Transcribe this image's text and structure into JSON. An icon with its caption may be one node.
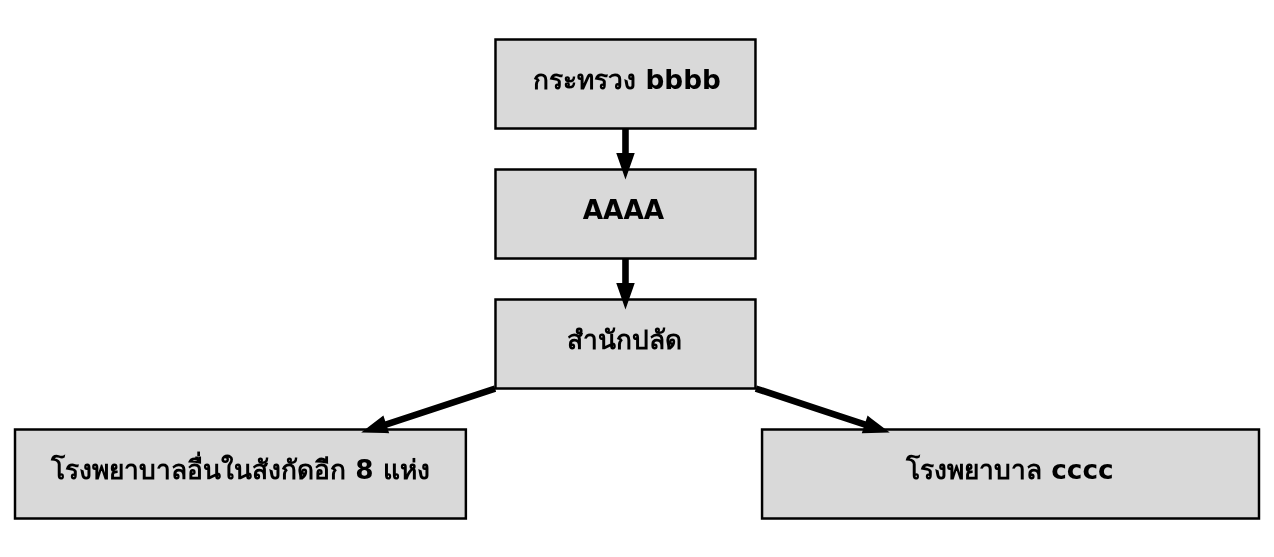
{
  "diagram": {
    "nodes": [
      {
        "text": [
          "กระทรวง bbbb"
        ]
      },
      {
        "text": [
          "AAAA"
        ]
      },
      {
        "text": [
          "สำนักปลัด"
        ]
      },
      {
        "text": [
          "โรงพยาบาลอื่นในสังกัดอีก 8 แห่ง"
        ]
      },
      {
        "text": [
          "โรงพยาบาล cccc"
        ]
      }
    ],
    "edges": [
      {
        "from": 0,
        "to": 1,
        "arrow": "to"
      },
      {
        "from": 1,
        "to": 2,
        "arrow": "to"
      },
      {
        "from": 2,
        "to": 3,
        "arrow": "to"
      },
      {
        "from": 2,
        "to": 4,
        "arrow": "to"
      }
    ]
  }
}
